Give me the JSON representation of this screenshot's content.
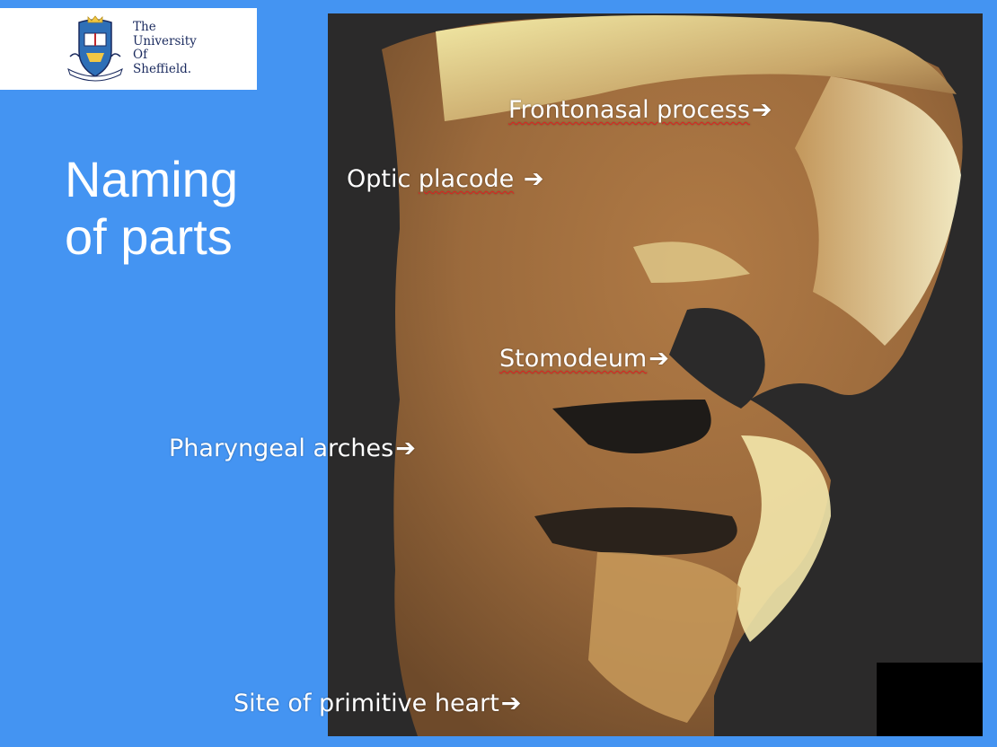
{
  "logo": {
    "icon": "university-crest",
    "lines": [
      "The",
      "University",
      "Of",
      "Sheffield."
    ]
  },
  "title": {
    "line1": "Naming",
    "line2": "of parts"
  },
  "labels": {
    "frontonasal": {
      "text": "Frontonasal process",
      "arrow": "➔"
    },
    "optic": {
      "text_a": "Optic ",
      "text_b": "placode",
      "arrow": "➔"
    },
    "stomodeum": {
      "text": "Stomodeum",
      "arrow": "➔"
    },
    "pharyngeal": {
      "text": "Pharyngeal arches",
      "arrow": "➔"
    },
    "heart": {
      "text": "Site of primitive heart",
      "arrow": "➔"
    }
  },
  "colors": {
    "background": "#4494f2",
    "photo_background": "#2b2a2a",
    "label_text": "#ffffff",
    "spellcheck_underline": "#e02020"
  }
}
